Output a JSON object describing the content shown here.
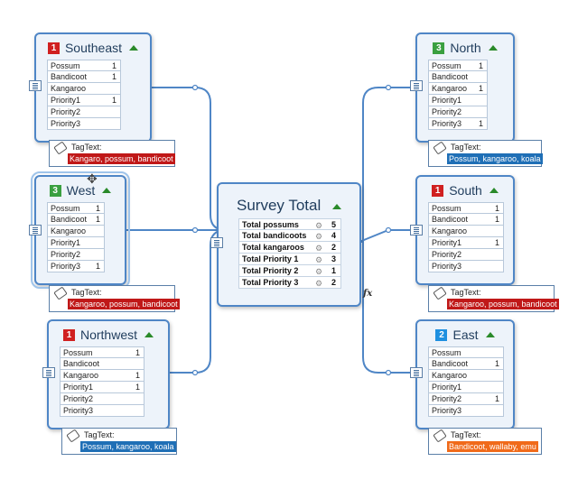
{
  "colors": {
    "red": "#d02020",
    "green": "#3aa040",
    "blue": "#1e90e0",
    "tag_red": "#c01818",
    "tag_blue": "#1f6fb6",
    "tag_orange": "#f06a1a"
  },
  "topics": [
    {
      "id": "southeast",
      "badge": "1",
      "badge_color": "red",
      "title": "Southeast",
      "rows": [
        {
          "label": "Possum",
          "value": "1"
        },
        {
          "label": "Bandicoot",
          "value": "1"
        },
        {
          "label": "Kangaroo",
          "value": ""
        },
        {
          "label": "Priority1",
          "value": "1"
        },
        {
          "label": "Priority2",
          "value": ""
        },
        {
          "label": "Priority3",
          "value": ""
        }
      ],
      "tag_label": "TagText:",
      "tag_text": "Kangaro, possum, bandicoot",
      "tag_color": "tag_red"
    },
    {
      "id": "west",
      "badge": "3",
      "badge_color": "green",
      "title": "West",
      "rows": [
        {
          "label": "Possum",
          "value": "1"
        },
        {
          "label": "Bandicoot",
          "value": "1"
        },
        {
          "label": "Kangaroo",
          "value": ""
        },
        {
          "label": "Priority1",
          "value": ""
        },
        {
          "label": "Priority2",
          "value": ""
        },
        {
          "label": "Priority3",
          "value": "1"
        }
      ],
      "tag_label": "TagText:",
      "tag_text": "Kangaroo, possum, bandicoot",
      "tag_color": "tag_red"
    },
    {
      "id": "northwest",
      "badge": "1",
      "badge_color": "red",
      "title": "Northwest",
      "rows": [
        {
          "label": "Possum",
          "value": "1"
        },
        {
          "label": "Bandicoot",
          "value": ""
        },
        {
          "label": "Kangaroo",
          "value": "1"
        },
        {
          "label": "Priority1",
          "value": "1"
        },
        {
          "label": "Priority2",
          "value": ""
        },
        {
          "label": "Priority3",
          "value": ""
        }
      ],
      "tag_label": "TagText:",
      "tag_text": "Possum, kangaroo, koala",
      "tag_color": "tag_blue"
    },
    {
      "id": "north",
      "badge": "3",
      "badge_color": "green",
      "title": "North",
      "rows": [
        {
          "label": "Possum",
          "value": "1"
        },
        {
          "label": "Bandicoot",
          "value": ""
        },
        {
          "label": "Kangaroo",
          "value": "1"
        },
        {
          "label": "Priority1",
          "value": ""
        },
        {
          "label": "Priority2",
          "value": ""
        },
        {
          "label": "Priority3",
          "value": "1"
        }
      ],
      "tag_label": "TagText:",
      "tag_text": "Possum, kangaroo, koala",
      "tag_color": "tag_blue"
    },
    {
      "id": "south",
      "badge": "1",
      "badge_color": "red",
      "title": "South",
      "rows": [
        {
          "label": "Possum",
          "value": "1"
        },
        {
          "label": "Bandicoot",
          "value": "1"
        },
        {
          "label": "Kangaroo",
          "value": ""
        },
        {
          "label": "Priority1",
          "value": "1"
        },
        {
          "label": "Priority2",
          "value": ""
        },
        {
          "label": "Priority3",
          "value": ""
        }
      ],
      "tag_label": "TagText:",
      "tag_text": "Kangaroo, possum, bandicoot",
      "tag_color": "tag_red"
    },
    {
      "id": "east",
      "badge": "2",
      "badge_color": "blue",
      "title": "East",
      "rows": [
        {
          "label": "Possum",
          "value": ""
        },
        {
          "label": "Bandicoot",
          "value": "1"
        },
        {
          "label": "Kangaroo",
          "value": ""
        },
        {
          "label": "Priority1",
          "value": ""
        },
        {
          "label": "Priority2",
          "value": "1"
        },
        {
          "label": "Priority3",
          "value": ""
        }
      ],
      "tag_label": "TagText:",
      "tag_text": "Bandicoot, wallaby, emu",
      "tag_color": "tag_orange"
    }
  ],
  "central": {
    "title": "Survey Total",
    "rows": [
      {
        "label": "Total possums",
        "value": "5"
      },
      {
        "label": "Total bandicoots",
        "value": "4"
      },
      {
        "label": "Total kangaroos",
        "value": "2"
      },
      {
        "label": "Total Priority 1",
        "value": "3"
      },
      {
        "label": "Total Priority 2",
        "value": "1"
      },
      {
        "label": "Total Priority 3",
        "value": "2"
      }
    ]
  },
  "fx_label": "fx",
  "icons": {
    "gear": "gear-icon",
    "notes": "notes-icon",
    "tag": "tag-icon",
    "collapse": "collapse-triangle-icon",
    "move": "move-cursor-icon"
  }
}
